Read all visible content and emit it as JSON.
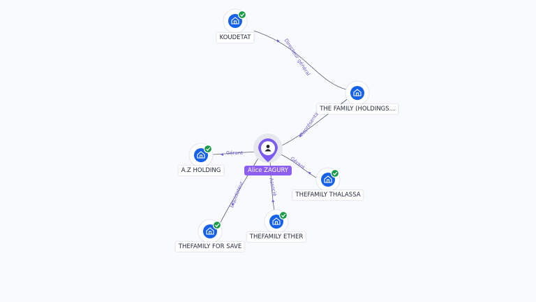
{
  "center": {
    "name": "Alice ZAGURY",
    "icon": "person-icon",
    "color": "#7c5cf0"
  },
  "companies": [
    {
      "id": "koudetat",
      "name": "KOUDETAT",
      "verified": true,
      "icon": "company-building-icon"
    },
    {
      "id": "thefamily_holdings",
      "name": "THE FAMILY (HOLDINGS...",
      "verified": false,
      "icon": "company-building-icon"
    },
    {
      "id": "az_holding",
      "name": "A.Z HOLDING",
      "verified": true,
      "icon": "company-building-icon"
    },
    {
      "id": "thefamily_thalassa",
      "name": "THEFAMILY THALASSA",
      "verified": true,
      "icon": "company-building-icon"
    },
    {
      "id": "thefamily_ether",
      "name": "THEFAMILY ETHER",
      "verified": true,
      "icon": "company-building-icon"
    },
    {
      "id": "thefamily_for_save",
      "name": "THEFAMILY FOR SAVE",
      "verified": true,
      "icon": "company-building-icon"
    }
  ],
  "relations": [
    {
      "from": "thefamily_holdings",
      "to": "koudetat",
      "label": "Directeur général"
    },
    {
      "from": "center",
      "to": "thefamily_holdings",
      "label": "Représentant"
    },
    {
      "from": "center",
      "to": "az_holding",
      "label": "Gérant"
    },
    {
      "from": "center",
      "to": "thefamily_thalassa",
      "label": "Gérant"
    },
    {
      "from": "center",
      "to": "thefamily_ether",
      "label": "Associé"
    },
    {
      "from": "center",
      "to": "thefamily_for_save",
      "label": "Liquidateur"
    }
  ],
  "colors": {
    "company": "#1561e8",
    "verified": "#1a9b4a",
    "relation_label": "#6e60d8",
    "person_label_bg": "#8c5ff0"
  }
}
